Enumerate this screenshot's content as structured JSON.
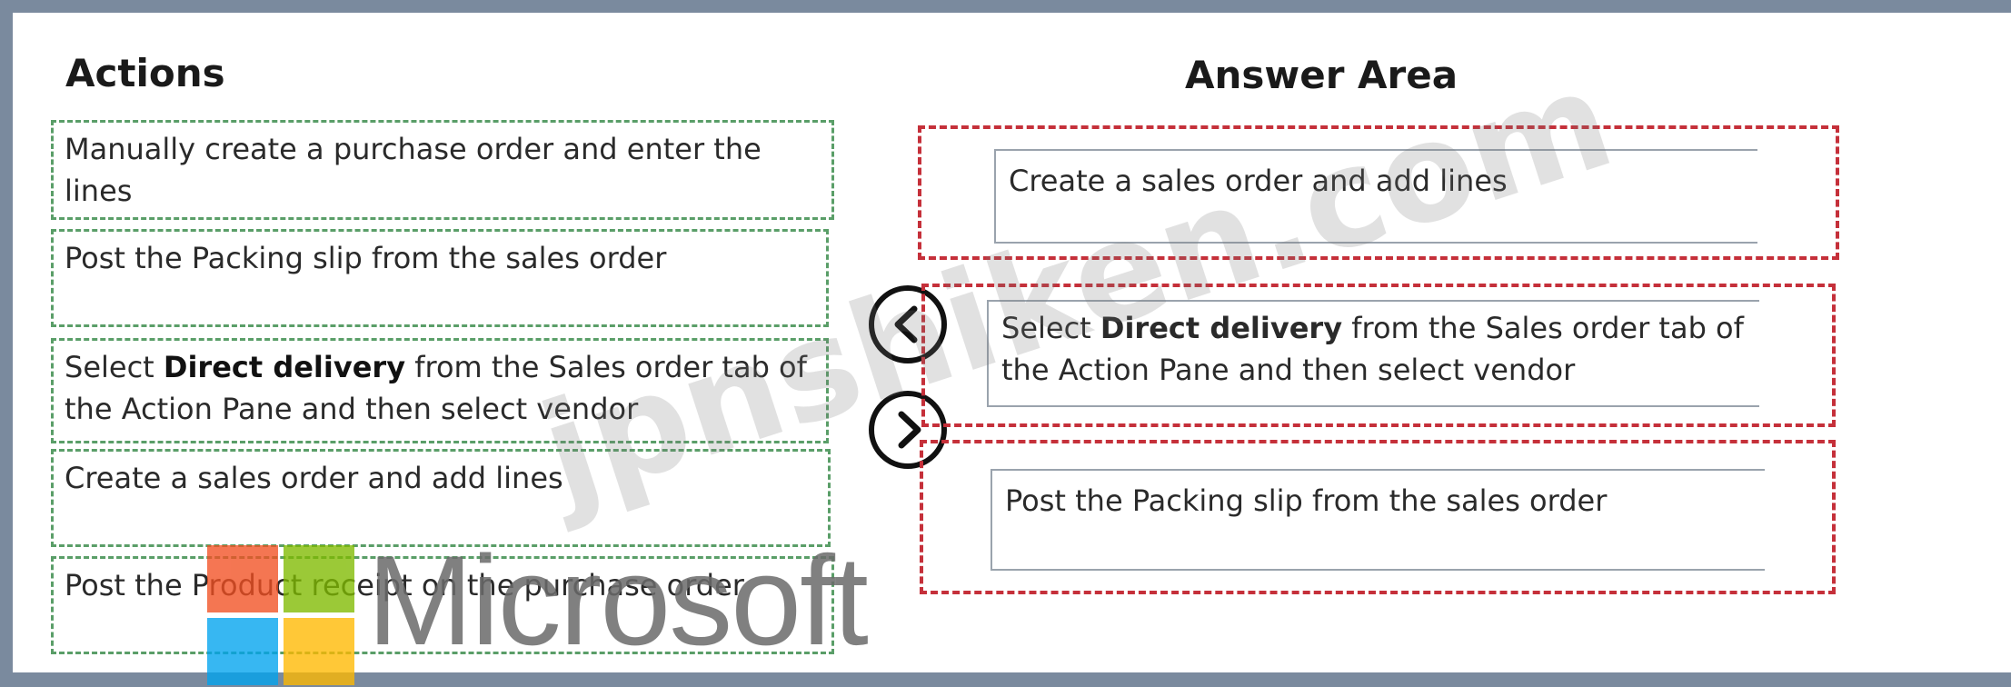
{
  "actions": {
    "title": "Actions",
    "items": [
      {
        "text": "Manually create a purchase order and enter the lines"
      },
      {
        "text": "Post the Packing slip from the sales order"
      },
      {
        "pre": "Select ",
        "bold": "Direct delivery",
        "post": " from the Sales order tab of the Action Pane and then select vendor"
      },
      {
        "text": "Create a sales order and add lines"
      },
      {
        "text": "Post the Product receipt on the purchase order"
      }
    ]
  },
  "answer": {
    "title": "Answer Area",
    "items": [
      {
        "text": "Create a sales order and add lines"
      },
      {
        "pre": "Select ",
        "bold": "Direct delivery",
        "post": " from the Sales order tab of the Action Pane and then select vendor"
      },
      {
        "text": "Post the Packing slip from the sales order"
      }
    ]
  },
  "controls": {
    "move_left_icon": "chevron-left-icon",
    "move_right_icon": "chevron-right-icon"
  },
  "watermark": {
    "text": "jpnshiken.com",
    "logo_text": "Microsoft",
    "logo_colors": [
      "#f25022",
      "#7fba00",
      "#00a4ef",
      "#ffb900"
    ]
  },
  "colors": {
    "frame": "#7a8a9e",
    "action_border": "#5a9e68",
    "drop_zone_border": "#c5303a"
  }
}
